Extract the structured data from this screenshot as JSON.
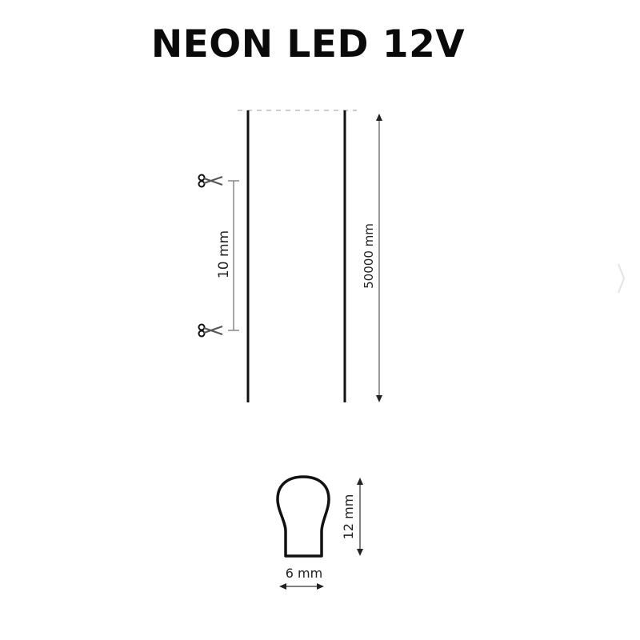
{
  "title": "NEON LED 12V",
  "diagram": {
    "strip_view": {
      "cut_interval_label": "10 mm",
      "total_length_label": "50000 mm",
      "cut_icon": "scissors-icon"
    },
    "cross_section": {
      "height_label": "12 mm",
      "width_label": "6 mm"
    }
  },
  "colors": {
    "line": "#111111",
    "dimension": "#777777",
    "dashed": "#bbbbbb"
  }
}
